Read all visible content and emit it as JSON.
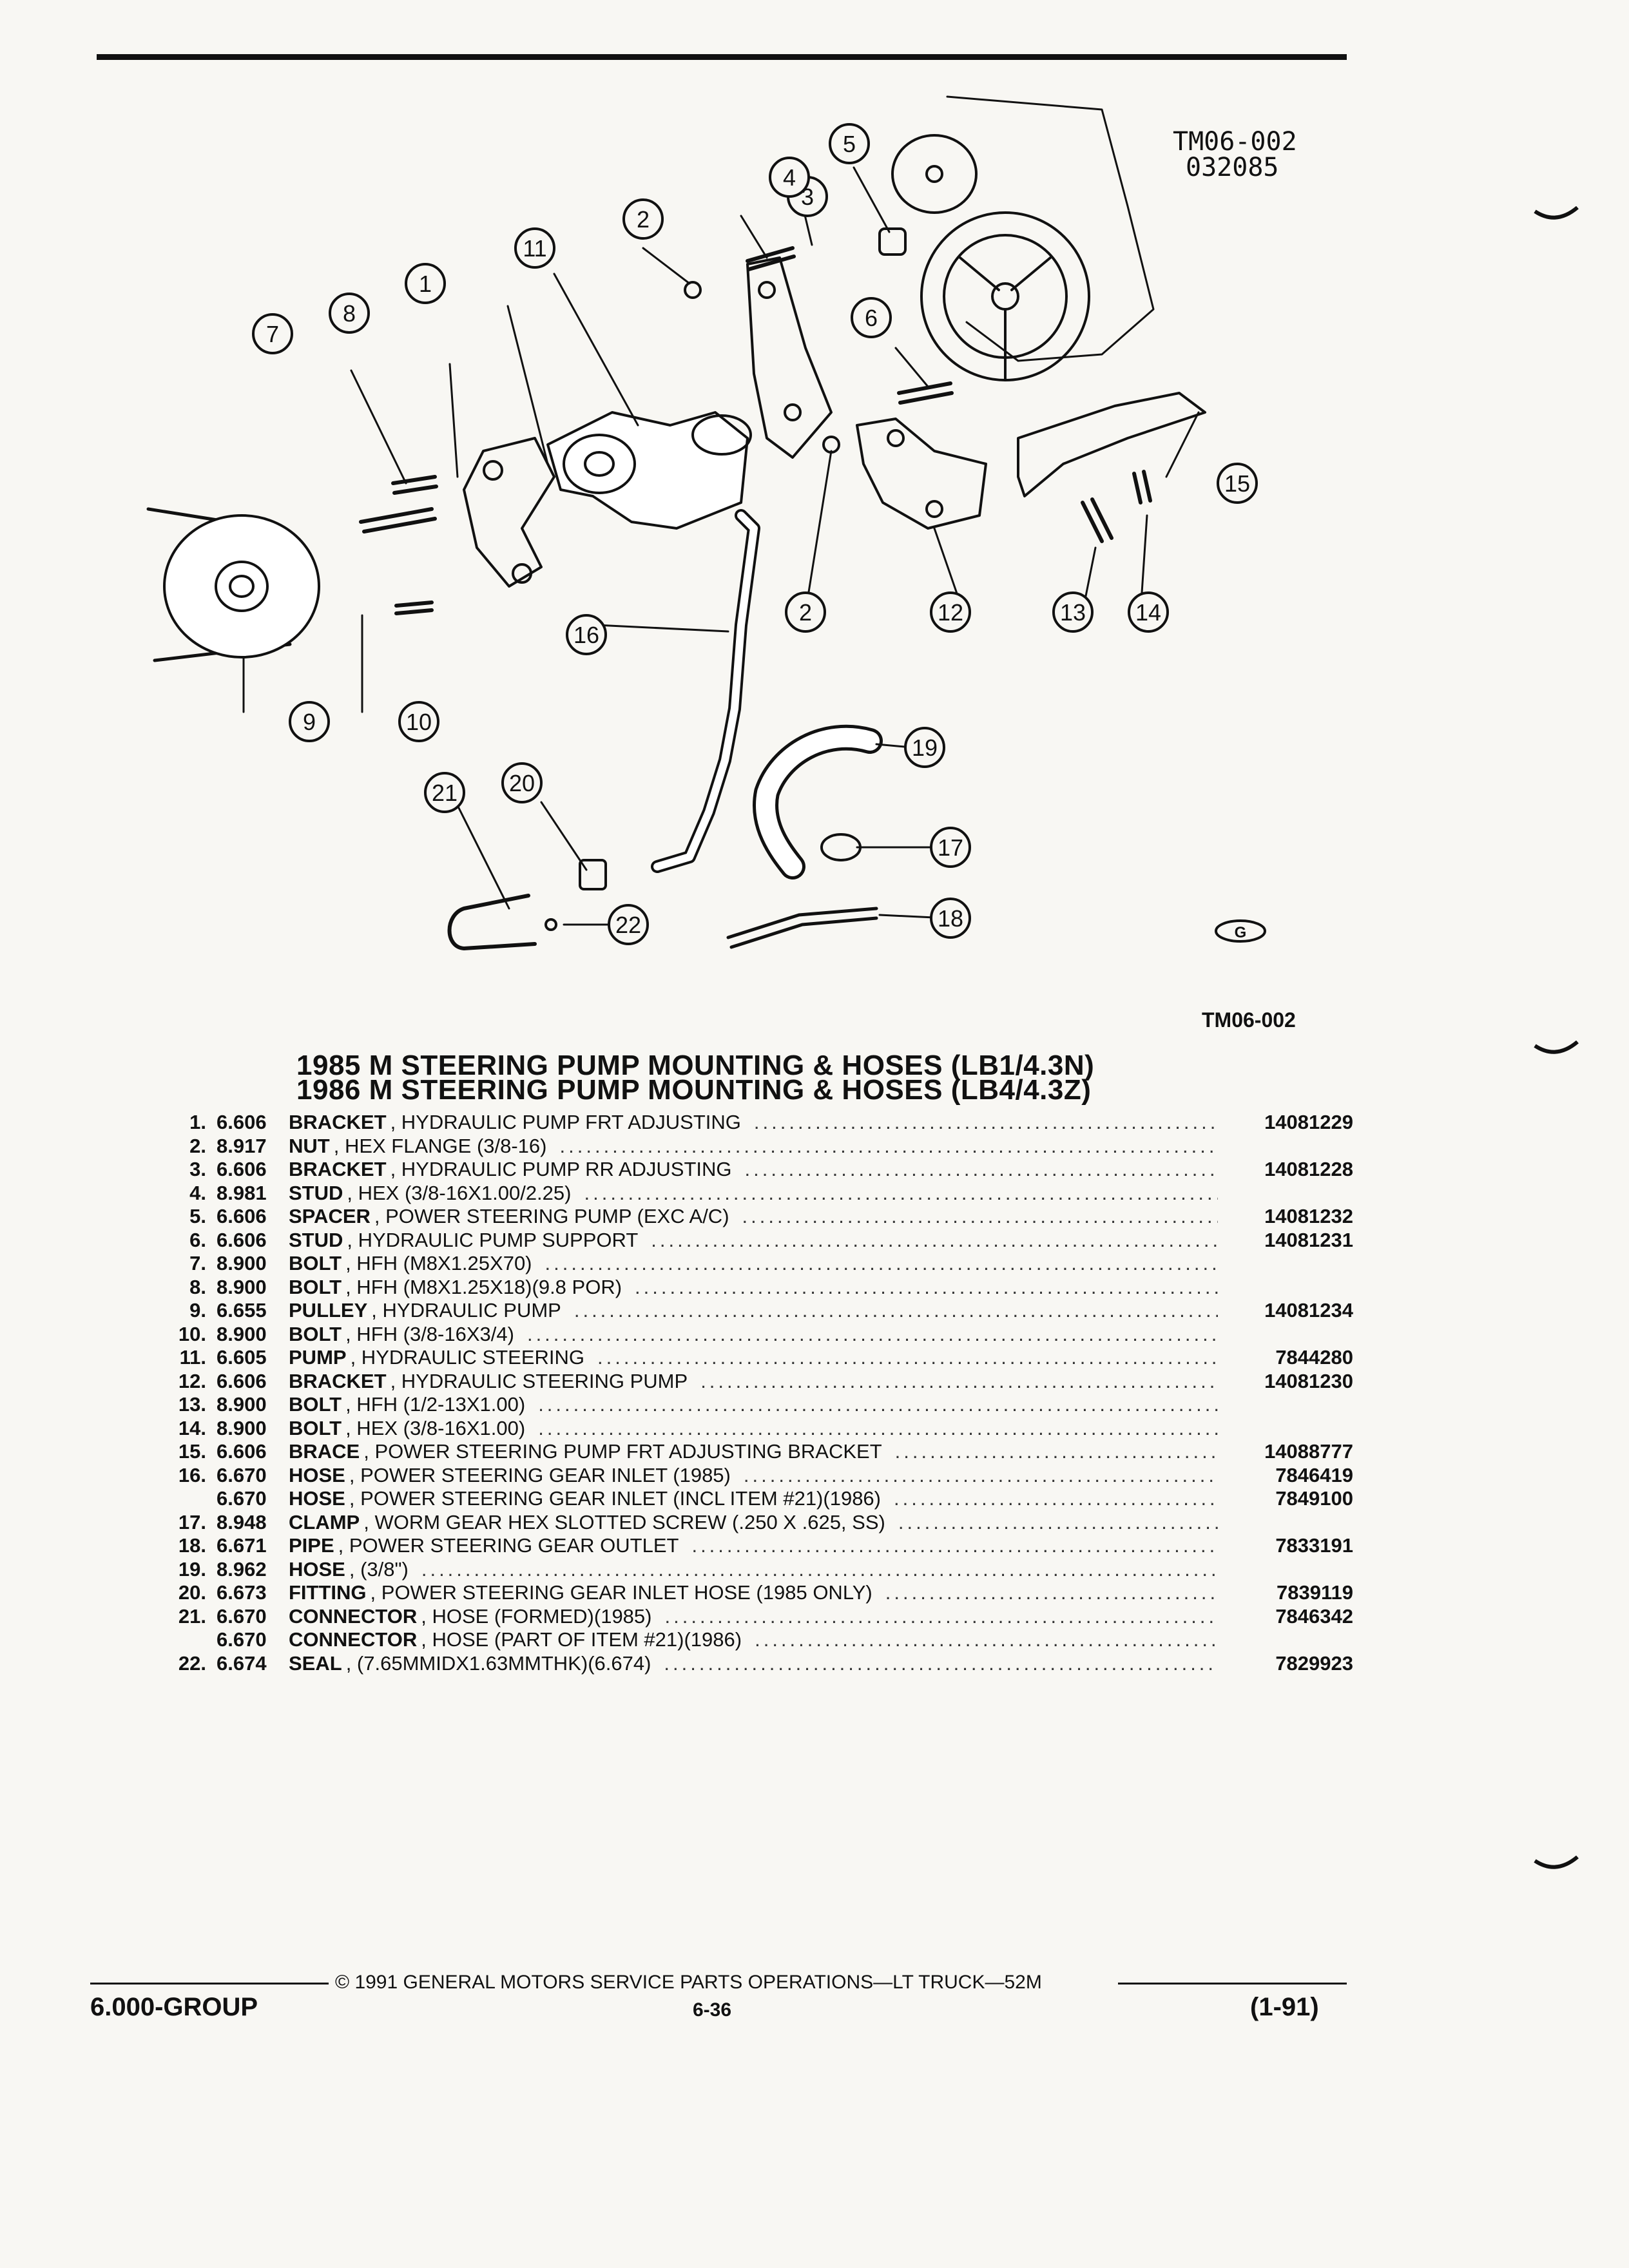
{
  "diagram": {
    "code_top": "TM06-002",
    "date_code": "032085",
    "code_bottom": "TM06-002",
    "callouts": [
      "1",
      "2",
      "3",
      "4",
      "5",
      "6",
      "7",
      "8",
      "9",
      "10",
      "11",
      "12",
      "13",
      "14",
      "15",
      "16",
      "17",
      "18",
      "19",
      "20",
      "21",
      "22"
    ],
    "logo_text": "G"
  },
  "titles": [
    "1985 M STEERING PUMP MOUNTING & HOSES (LB1/4.3N)",
    "1986 M STEERING PUMP MOUNTING & HOSES (LB4/4.3Z)"
  ],
  "parts": [
    {
      "num": "1.",
      "group": "6.606",
      "name": "BRACKET",
      "desc": ", HYDRAULIC PUMP FRT ADJUSTING",
      "part": "14081229"
    },
    {
      "num": "2.",
      "group": "8.917",
      "name": "NUT",
      "desc": ", HEX FLANGE (3/8-16)",
      "part": ""
    },
    {
      "num": "3.",
      "group": "6.606",
      "name": "BRACKET",
      "desc": ", HYDRAULIC PUMP RR ADJUSTING",
      "part": "14081228"
    },
    {
      "num": "4.",
      "group": "8.981",
      "name": "STUD",
      "desc": ", HEX (3/8-16X1.00/2.25)",
      "part": ""
    },
    {
      "num": "5.",
      "group": "6.606",
      "name": "SPACER",
      "desc": ", POWER STEERING PUMP (EXC A/C)",
      "part": "14081232"
    },
    {
      "num": "6.",
      "group": "6.606",
      "name": "STUD",
      "desc": ", HYDRAULIC PUMP SUPPORT",
      "part": "14081231"
    },
    {
      "num": "7.",
      "group": "8.900",
      "name": "BOLT",
      "desc": ", HFH (M8X1.25X70)",
      "part": ""
    },
    {
      "num": "8.",
      "group": "8.900",
      "name": "BOLT",
      "desc": ", HFH (M8X1.25X18)(9.8 POR)",
      "part": ""
    },
    {
      "num": "9.",
      "group": "6.655",
      "name": "PULLEY",
      "desc": ", HYDRAULIC PUMP",
      "part": "14081234"
    },
    {
      "num": "10.",
      "group": "8.900",
      "name": "BOLT",
      "desc": ", HFH (3/8-16X3/4)",
      "part": ""
    },
    {
      "num": "11.",
      "group": "6.605",
      "name": "PUMP",
      "desc": ", HYDRAULIC STEERING",
      "part": "7844280"
    },
    {
      "num": "12.",
      "group": "6.606",
      "name": "BRACKET",
      "desc": ", HYDRAULIC STEERING PUMP",
      "part": "14081230"
    },
    {
      "num": "13.",
      "group": "8.900",
      "name": "BOLT",
      "desc": ", HFH (1/2-13X1.00)",
      "part": ""
    },
    {
      "num": "14.",
      "group": "8.900",
      "name": "BOLT",
      "desc": ", HEX (3/8-16X1.00)",
      "part": ""
    },
    {
      "num": "15.",
      "group": "6.606",
      "name": "BRACE",
      "desc": ", POWER STEERING PUMP FRT ADJUSTING BRACKET",
      "part": "14088777"
    },
    {
      "num": "16.",
      "group": "6.670",
      "name": "HOSE",
      "desc": ", POWER STEERING GEAR INLET (1985)",
      "part": "7846419"
    },
    {
      "num": "",
      "group": "6.670",
      "name": "HOSE",
      "desc": ", POWER STEERING GEAR INLET (INCL ITEM #21)(1986)",
      "part": "7849100"
    },
    {
      "num": "17.",
      "group": "8.948",
      "name": "CLAMP",
      "desc": ", WORM GEAR HEX SLOTTED SCREW (.250 X .625, SS)",
      "part": ""
    },
    {
      "num": "18.",
      "group": "6.671",
      "name": "PIPE",
      "desc": ", POWER STEERING GEAR OUTLET",
      "part": "7833191"
    },
    {
      "num": "19.",
      "group": "8.962",
      "name": "HOSE",
      "desc": ", (3/8\")",
      "part": ""
    },
    {
      "num": "20.",
      "group": "6.673",
      "name": "FITTING",
      "desc": ", POWER STEERING GEAR INLET HOSE (1985 ONLY)",
      "part": "7839119"
    },
    {
      "num": "21.",
      "group": "6.670",
      "name": "CONNECTOR",
      "desc": ", HOSE (FORMED)(1985)",
      "part": "7846342"
    },
    {
      "num": "",
      "group": "6.670",
      "name": "CONNECTOR",
      "desc": ", HOSE (PART OF ITEM #21)(1986)",
      "part": ""
    },
    {
      "num": "22.",
      "group": "6.674",
      "name": "SEAL",
      "desc": ", (7.65MMIDX1.63MMTHK)(6.674)",
      "part": "7829923"
    }
  ],
  "footer": {
    "copyright": "© 1991 GENERAL MOTORS SERVICE PARTS OPERATIONS—LT TRUCK—52M",
    "group": "6.000-GROUP",
    "page": "6-36",
    "revision": "(1-91)"
  }
}
